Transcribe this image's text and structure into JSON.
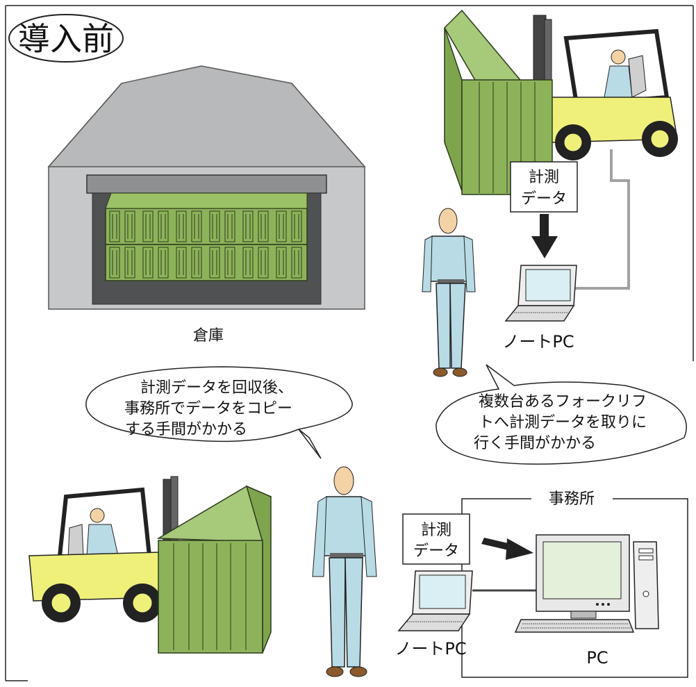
{
  "title_badge": "導入前",
  "warehouse": {
    "label": "倉庫"
  },
  "tags": {
    "top_data_line1": "計測",
    "top_data_line2": "データ",
    "bottom_data_line1": "計測",
    "bottom_data_line2": "データ"
  },
  "laptops": {
    "top_label": "ノートPC",
    "bottom_label": "ノートPC"
  },
  "office": {
    "label": "事務所",
    "pc_label": "PC"
  },
  "speech_left": {
    "line1": "計測データを回収後、",
    "line2": "事務所でデータをコピー",
    "line3": "する手間がかかる"
  },
  "speech_right": {
    "line1": "複数台あるフォークリフ",
    "line2": "トへ計測データを取りに",
    "line3": "行く手間がかかる"
  },
  "colors": {
    "container_green": "#8db35a",
    "container_dark": "#5f8a36",
    "forklift_yellow": "#eef07a",
    "worker_blue": "#b8dbe6",
    "warehouse_gray": "#c6c8ca",
    "screen_green": "#e4f0da",
    "screen_blue": "#d9eff3"
  }
}
